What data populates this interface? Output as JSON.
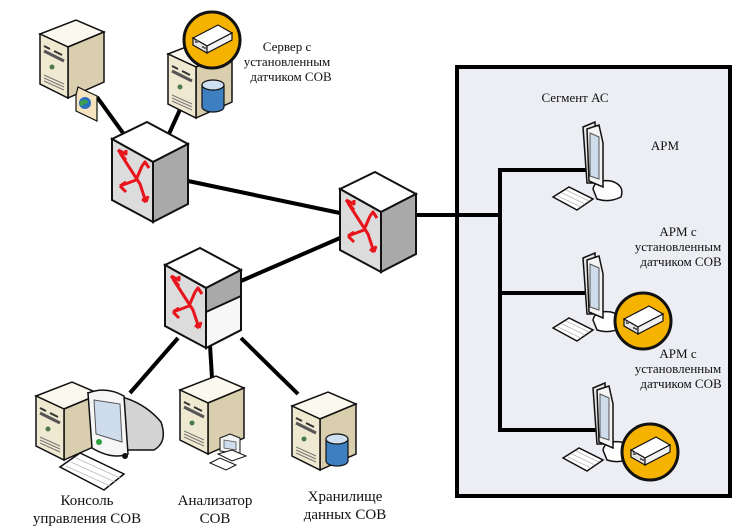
{
  "diagram": {
    "title": "Network diagram with intrusion detection system (СОВ) sensors",
    "colors": {
      "segment_fill": "#eceef3",
      "segment_border": "#000000",
      "server_body": "#efe9d2",
      "server_side": "#d9cfae",
      "switch_face": "#dcdcdc",
      "switch_side": "#a9a9a9",
      "arrow": "#e8141b",
      "sensor_badge": "#f5b300",
      "db_blue": "#3d7fc1",
      "monitor_screen": "#cfdcec",
      "link": "#000000"
    },
    "icons": {
      "web_server": "server-with-web-document-icon",
      "sensor_server": "server-with-database-icon",
      "sensor": "sensor-appliance-icon",
      "switch": "switch-icon",
      "workstation": "workstation-icon",
      "console": "console-workstation-icon",
      "analyzer": "server-with-pc-icon",
      "storage": "server-with-database-icon"
    },
    "labels": {
      "sensor_server": [
        "Сервер с",
        "установленным",
        "датчиком СОВ"
      ],
      "segment": "Сегмент АС",
      "arm": "АРМ",
      "arm_sensor_1": [
        "АРМ с",
        "установленным",
        "датчиком СОВ"
      ],
      "arm_sensor_2": [
        "АРМ с",
        "установленным",
        "датчиком СОВ"
      ],
      "console": [
        "Консоль",
        "управления СОВ"
      ],
      "analyzer": [
        "Анализатор",
        "СОВ"
      ],
      "storage": [
        "Хранилище",
        "данных СОВ"
      ]
    }
  }
}
